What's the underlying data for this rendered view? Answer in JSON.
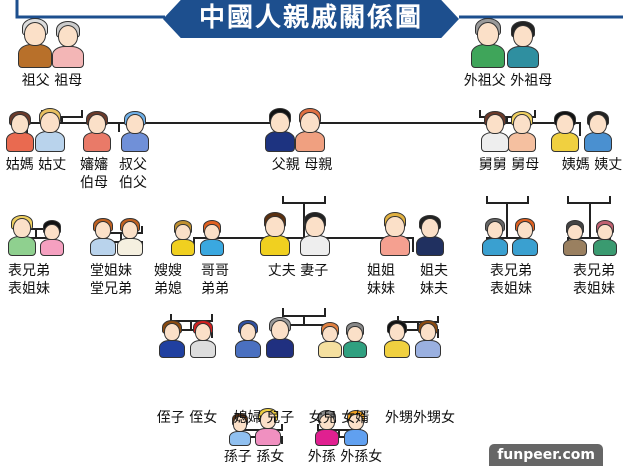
{
  "title": "中國人親戚關係圖",
  "watermark": "funpeer.com",
  "labels": {
    "grandparents": "祖父 祖母",
    "maternal_grandparents": "外祖父 外祖母",
    "paternal_aunt": "姑媽 姑丈",
    "uncle_wife": "嬸嬸\n伯母",
    "uncle": "叔父\n伯父",
    "parents": "父親 母親",
    "maternal_uncle": "舅舅 舅母",
    "maternal_aunt": "姨媽 姨丈",
    "cousins_paternal_aunt": "表兄弟\n表姐妹",
    "cousins_uncle": "堂姐妹\n堂兄弟",
    "sister_in_law": "嫂嫂\n弟媳",
    "brothers": "哥哥\n弟弟",
    "self": "丈夫 妻子",
    "sisters": "姐姐\n妹妹",
    "brother_in_law": "姐夫\n妹夫",
    "cousins_maternal_uncle": "表兄弟\n表姐妹",
    "cousins_maternal_aunt": "表兄弟\n表姐妹",
    "nephew_niece": "侄子 侄女",
    "son_couple": "媳婦 兒子",
    "daughter_couple": "女兒 女婿",
    "sister_children": "外甥外甥女",
    "grandchildren": "孫子 孫女",
    "daughter_grandchildren": "外孫 外孫女"
  }
}
